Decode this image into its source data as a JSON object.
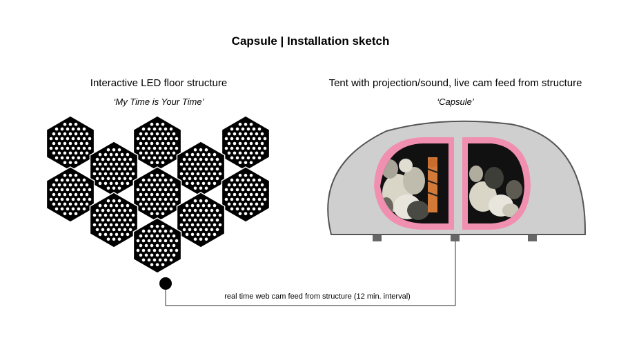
{
  "title": "Capsule | Installation sketch",
  "led_structure": {
    "heading": "Interactive LED floor structure",
    "subtitle": "‘My Time is Your Time’"
  },
  "tent": {
    "heading": "Tent with projection/sound, live cam feed from structure",
    "subtitle": "‘Capsule’"
  },
  "connector": {
    "label": "real time web cam feed from structure (12 min. interval)"
  },
  "colors": {
    "hexagon_fill": "#000000",
    "led_dot": "#ffffff",
    "tent_body": "#cfcfcf",
    "tent_outline": "#555555",
    "window_frame": "#f08fb0",
    "window_interior": "#111111"
  }
}
